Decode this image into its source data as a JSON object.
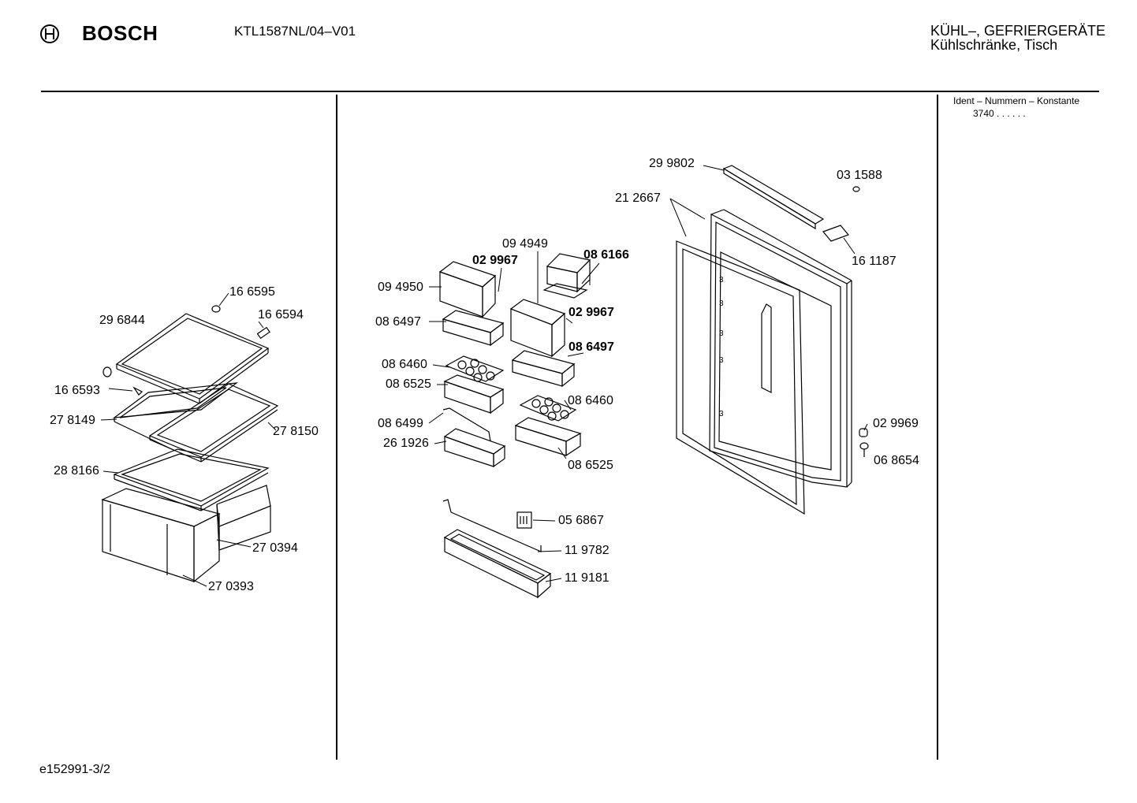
{
  "header": {
    "brand": "BOSCH",
    "logo_icon": "bosch-armature-logo",
    "model": "KTL1587NL/04–V01",
    "category_line1": "KÜHL–, GEFRIERGERÄTE",
    "category_line2": "Kühlschränke, Tisch"
  },
  "ident": {
    "title": "Ident – Nummern – Konstante",
    "value": "3740 . .  . . . ."
  },
  "footer": {
    "doc_id": "e152991-3/2"
  },
  "parts_left": [
    {
      "id": "166595",
      "text": "16 6595",
      "bold": false
    },
    {
      "id": "166594",
      "text": "16 6594",
      "bold": false
    },
    {
      "id": "296844",
      "text": "29 6844",
      "bold": false
    },
    {
      "id": "166593",
      "text": "16 6593",
      "bold": false
    },
    {
      "id": "278149",
      "text": "27 8149",
      "bold": false
    },
    {
      "id": "278150",
      "text": "27 8150",
      "bold": false
    },
    {
      "id": "288166",
      "text": "28 8166",
      "bold": false
    },
    {
      "id": "270394",
      "text": "27 0394",
      "bold": false
    },
    {
      "id": "270393",
      "text": "27 0393",
      "bold": false
    }
  ],
  "parts_center": [
    {
      "id": "094949",
      "text": "09 4949",
      "bold": false
    },
    {
      "id": "029967a",
      "text": "02 9967",
      "bold": true
    },
    {
      "id": "086166",
      "text": "08 6166",
      "bold": true
    },
    {
      "id": "094950",
      "text": "09 4950",
      "bold": false
    },
    {
      "id": "086497a",
      "text": "08 6497",
      "bold": false
    },
    {
      "id": "029967b",
      "text": "02 9967",
      "bold": true
    },
    {
      "id": "086497b",
      "text": "08 6497",
      "bold": true
    },
    {
      "id": "086460a",
      "text": "08 6460",
      "bold": false
    },
    {
      "id": "086525a",
      "text": "08 6525",
      "bold": false
    },
    {
      "id": "086460b",
      "text": "08 6460",
      "bold": false
    },
    {
      "id": "086499",
      "text": "08 6499",
      "bold": false
    },
    {
      "id": "261926",
      "text": "26 1926",
      "bold": false
    },
    {
      "id": "086525b",
      "text": "08 6525",
      "bold": false
    },
    {
      "id": "056867",
      "text": "05 6867",
      "bold": false
    },
    {
      "id": "119782",
      "text": "11 9782",
      "bold": false
    },
    {
      "id": "119181",
      "text": "11 9181",
      "bold": false
    }
  ],
  "parts_door": [
    {
      "id": "299802",
      "text": "29 9802",
      "bold": false
    },
    {
      "id": "031588",
      "text": "03 1588",
      "bold": false
    },
    {
      "id": "212667",
      "text": "21 2667",
      "bold": false
    },
    {
      "id": "161187",
      "text": "16 1187",
      "bold": false
    },
    {
      "id": "029969",
      "text": "02 9969",
      "bold": false
    },
    {
      "id": "068654",
      "text": "06 8654",
      "bold": false
    }
  ]
}
